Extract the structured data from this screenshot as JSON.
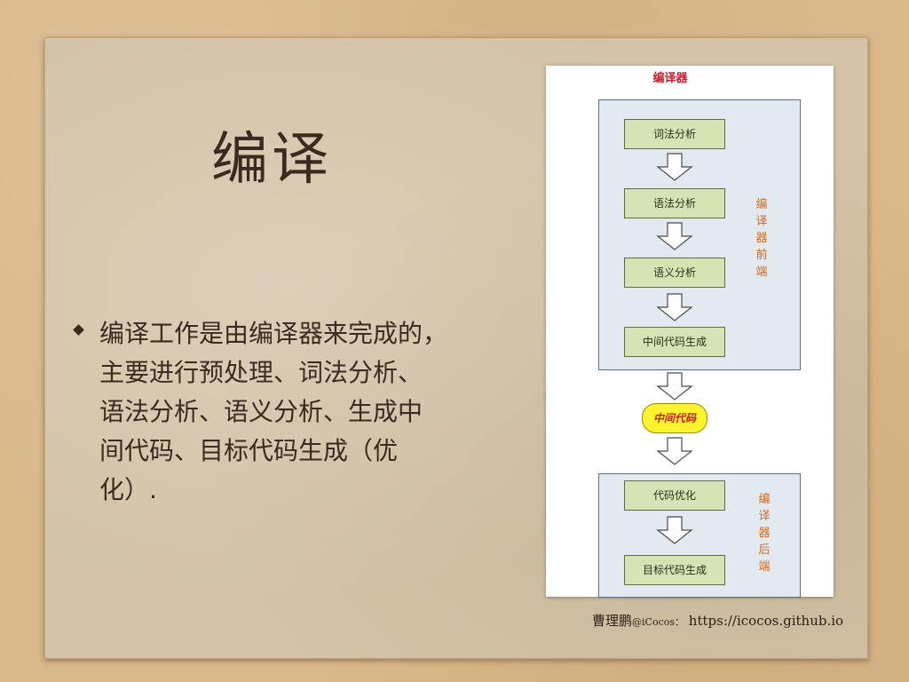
{
  "slide": {
    "title": "编译",
    "body_lines": [
      "编译工作是由编译器来完成的，",
      "主要进行预处理、词法分析、",
      "语法分析、语义分析、生成中",
      "间代码、目标代码生成（优",
      "化）."
    ],
    "footer": {
      "author": "曹理鹏",
      "handle": "@iCocos：",
      "url": "https://icocos.github.io"
    }
  },
  "diagram": {
    "title": "编译器",
    "front_label": [
      "编",
      "译",
      "器",
      "前",
      "端"
    ],
    "back_label": [
      "编",
      "译",
      "器",
      "后",
      "端"
    ],
    "front_nodes": [
      "词法分析",
      "语法分析",
      "语义分析",
      "中间代码生成"
    ],
    "middle_node": "中间代码",
    "back_nodes": [
      "代码优化",
      "目标代码生成"
    ],
    "colors": {
      "title": "#d01a2a",
      "node_fill": "#d5e4b5",
      "group_fill": "#e3e9f1",
      "pill_fill": "#fff32a",
      "pill_text": "#c61f28",
      "side_label": "#d46a1b"
    }
  }
}
